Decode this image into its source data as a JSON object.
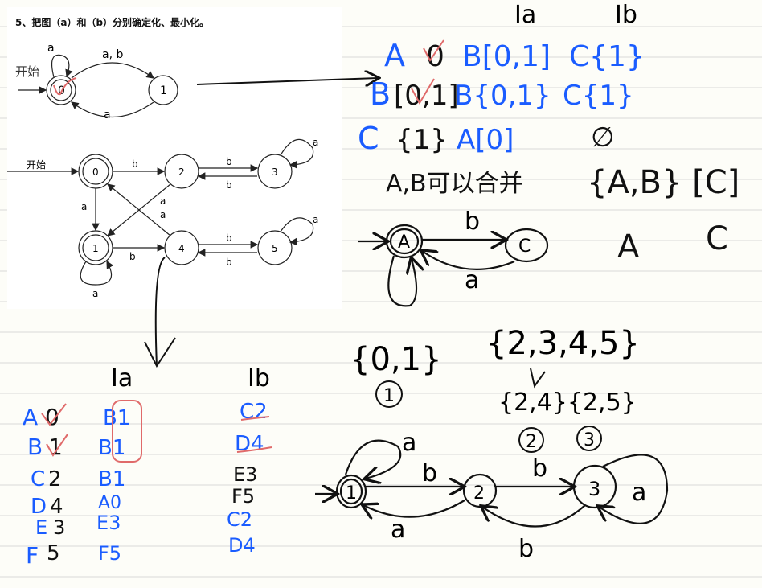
{
  "textbook": {
    "title": "5、把图（a）和（b）分别确定化、最小化。",
    "fig_a": {
      "start_label": "开始",
      "state0": "0",
      "state1": "1",
      "edge_0_1": "a, b",
      "edge_1_0": "a",
      "loop_0": "a"
    },
    "fig_b": {
      "start_label": "开始",
      "states": [
        "0",
        "1",
        "2",
        "3",
        "4",
        "5"
      ],
      "edges": {
        "e02": "b",
        "e23": "b",
        "e32": "b",
        "e3loop": "a",
        "e01": "a",
        "e24": "a",
        "e40": "a",
        "e14": "b",
        "e45": "b",
        "e54": "b",
        "e5loop": "a",
        "e1loop": "a"
      }
    }
  },
  "notes_a": {
    "header_ia": "Ia",
    "header_ib": "Ib",
    "rows": [
      {
        "name": "A",
        "c1": "0",
        "c2": "B[0,1]",
        "c3": "C{1}"
      },
      {
        "name": "B",
        "c1": "[0,1]",
        "c2": "B{0,1}",
        "c3": "C{1}"
      },
      {
        "name": "C",
        "c1": "{1}",
        "c2": "A[0]",
        "c3": "∅"
      }
    ],
    "merge_note": "A,B可以合并",
    "partition": "{A,B} [C]",
    "part_label_1": "A",
    "part_label_2": "C",
    "min_states": [
      "A",
      "C"
    ],
    "min_edges": {
      "top": "b",
      "bottom": "a"
    }
  },
  "notes_b": {
    "header_ia": "Ia",
    "header_ib": "Ib",
    "rows": [
      {
        "name": "A",
        "ia": "0",
        "ib": "B1",
        "ic": "C2"
      },
      {
        "name": "B",
        "ia": "1",
        "ib": "B1",
        "ic": "D4"
      },
      {
        "name": "C",
        "ia": "2",
        "ib": "B1",
        "ic": "E3"
      },
      {
        "name": "D",
        "ia": "4",
        "ib": "A0",
        "ic": "F5"
      },
      {
        "name": "E",
        "ia": "3",
        "ib": "E3",
        "ic": "C2"
      },
      {
        "name": "F",
        "ia": "5",
        "ib": "F5",
        "ic": "D4"
      }
    ],
    "set1": "{0,1}",
    "set2": "{2,3,4,5}",
    "subset": "{2,4}{2,5}",
    "label1": "1",
    "label2": "2",
    "label3": "3",
    "min_states": [
      "1",
      "2",
      "3"
    ],
    "min_edges": {
      "loop1": "a",
      "e12": "b",
      "e21": "a",
      "e23": "b",
      "e32": "b",
      "loop3": "a"
    }
  },
  "colors": {
    "ink": "#111111",
    "blue": "#1a5cff",
    "red": "#e06a6a",
    "line": "#d9d9d9"
  }
}
